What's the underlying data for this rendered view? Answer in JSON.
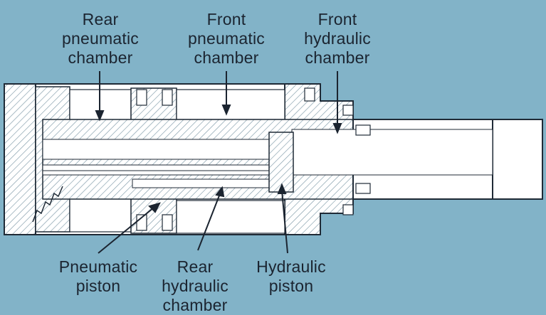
{
  "labels": {
    "rear_pneumatic_chamber": [
      "Rear",
      "pneumatic",
      "chamber"
    ],
    "front_pneumatic_chamber": [
      "Front",
      "pneumatic",
      "chamber"
    ],
    "front_hydraulic_chamber": [
      "Front",
      "hydraulic",
      "chamber"
    ],
    "pneumatic_piston": [
      "Pneumatic",
      "piston"
    ],
    "rear_hydraulic_chamber": [
      "Rear",
      "hydraulic",
      "chamber"
    ],
    "hydraulic_piston": [
      "Hydraulic",
      "piston"
    ]
  },
  "colors": {
    "background": "#82b3c8",
    "body_fill": "#ffffff",
    "outline": "#1f2a36",
    "hatch": "#6f8fa0",
    "text": "#1b2430"
  }
}
